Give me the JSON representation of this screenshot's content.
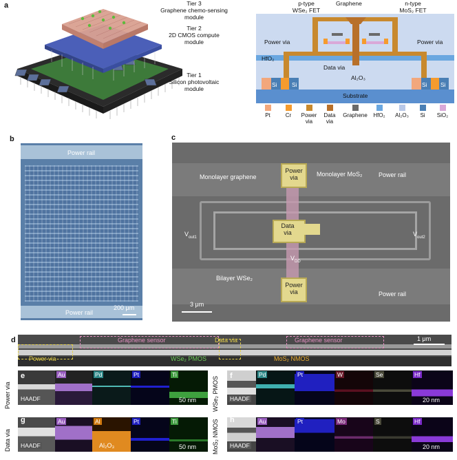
{
  "panels": {
    "a": "a",
    "b": "b",
    "c": "c",
    "d": "d",
    "e": "e",
    "f": "f",
    "g": "g",
    "h": "h"
  },
  "stack": {
    "tier3_line1": "Tier 3",
    "tier3_line2": "Graphene chemo-sensing",
    "tier3_line3": "module",
    "tier2_line1": "Tier 2",
    "tier2_line2": "2D CMOS compute",
    "tier2_line3": "module",
    "tier1_line1": "Tier 1",
    "tier1_line2": "Silicon photovoltaic",
    "tier1_line3": "module"
  },
  "cross_section": {
    "ptype_line1": "p-type",
    "ptype_line2": "WSe₂ FET",
    "graphene": "Graphene",
    "ntype_line1": "n-type",
    "ntype_line2": "MoS₂ FET",
    "power_via_left": "Power via",
    "power_via_right": "Power via",
    "hfo2": "HfO₂",
    "data_via": "Data via",
    "al2o3": "Al₂O₃",
    "si_labels": [
      "Si",
      "Si",
      "Si",
      "Si"
    ],
    "substrate": "Substrate"
  },
  "legend": [
    {
      "label": "Pt",
      "color": "#f2a77c"
    },
    {
      "label": "Cr",
      "color": "#f59b2e"
    },
    {
      "label": "Power\nvia",
      "color": "#c8892e"
    },
    {
      "label": "Data\nvia",
      "color": "#b8702a"
    },
    {
      "label": "Graphene",
      "color": "#6a6a6a"
    },
    {
      "label": "HfO₂",
      "color": "#6aa7e0"
    },
    {
      "label": "Al₂O₃",
      "color": "#b8c8e8"
    },
    {
      "label": "Si",
      "color": "#4a7fb5"
    },
    {
      "label": "SiO₂",
      "color": "#d9a8d8"
    }
  ],
  "panel_b": {
    "power_rail_top": "Power rail",
    "power_rail_bottom": "Power rail",
    "scale": "200 μm"
  },
  "panel_c": {
    "power_via_top_1": "Power",
    "power_via_top_2": "via",
    "power_rail_top": "Power rail",
    "monolayer_graphene": "Monolayer graphene",
    "monolayer_mos2": "Monolayer MoS₂",
    "vout1": "V",
    "vout1_sub": "out1",
    "vout2": "V",
    "vout2_sub": "out2",
    "data_via_1": "Data",
    "data_via_2": "via",
    "vdd": "V",
    "vdd_sub": "DD",
    "bilayer_wse2": "Bilayer WSe₂",
    "power_via_bottom_1": "Power",
    "power_via_bottom_2": "via",
    "power_rail_bottom": "Power rail",
    "scale": "3 μm"
  },
  "panel_d": {
    "graphene_sensor_1": "Graphene sensor",
    "data_via": "Data via",
    "graphene_sensor_2": "Graphene sensor",
    "scale": "1 μm",
    "power_via": "Power via",
    "wse2_pmos": "WSe₂ PMOS",
    "mos2_nmos": "MoS₂ NMOS"
  },
  "panel_e": {
    "side": "Power via",
    "tiles": [
      "HAADF",
      "Au",
      "Pd",
      "Pt",
      "Ti"
    ],
    "scale": "50 nm"
  },
  "panel_f": {
    "side": "WSe₂ PMOS",
    "tiles": [
      "HAADF",
      "Pd",
      "Pt",
      "W",
      "Se",
      "Hf"
    ],
    "scale": "20 nm"
  },
  "panel_g": {
    "side": "Data via",
    "tiles": [
      "HAADF",
      "Au",
      "Al",
      "Pt",
      "Ti"
    ],
    "al2o3": "Al₂O₃",
    "scale": "50 nm"
  },
  "panel_h": {
    "side": "MoS₂ NMOS",
    "tiles": [
      "HAADF",
      "Au",
      "Pt",
      "Mo",
      "S",
      "Hf"
    ],
    "scale": "20 nm"
  }
}
